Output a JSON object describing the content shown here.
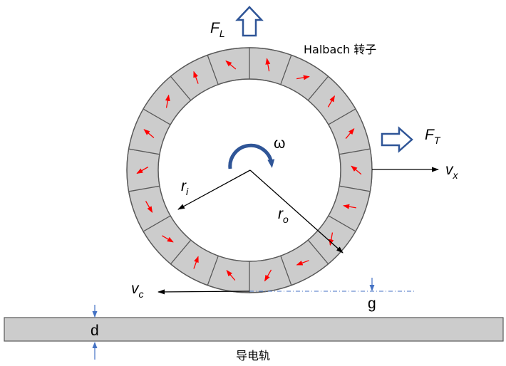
{
  "labels": {
    "lift_force": "F",
    "lift_force_sub": "L",
    "thrust_force": "F",
    "thrust_force_sub": "T",
    "rotor_title": "Halbach 转子",
    "angular_velocity": "ω",
    "translational_velocity": "v",
    "translational_velocity_sub": "x",
    "contact_velocity": "v",
    "contact_velocity_sub": "c",
    "inner_radius": "r",
    "inner_radius_sub": "i",
    "outer_radius": "r",
    "outer_radius_sub": "o",
    "gap": "g",
    "rail_thickness": "d",
    "rail_title": "导电轨"
  },
  "colors": {
    "ring_fill": "#cccccc",
    "ring_stroke": "#595959",
    "magnet_arrow": "#ff0000",
    "force_arrow": "#2f5597",
    "omega_arrow": "#2f5597",
    "dim_arrow": "#4472c4",
    "rail_fill": "#cccccc",
    "rail_stroke": "#595959"
  },
  "ring": {
    "segment_count": 18,
    "magnetization_angles_deg": [
      100,
      10,
      60,
      50,
      140,
      170,
      260,
      200,
      240,
      130,
      70,
      330,
      300,
      210,
      140,
      80,
      110,
      140
    ]
  }
}
